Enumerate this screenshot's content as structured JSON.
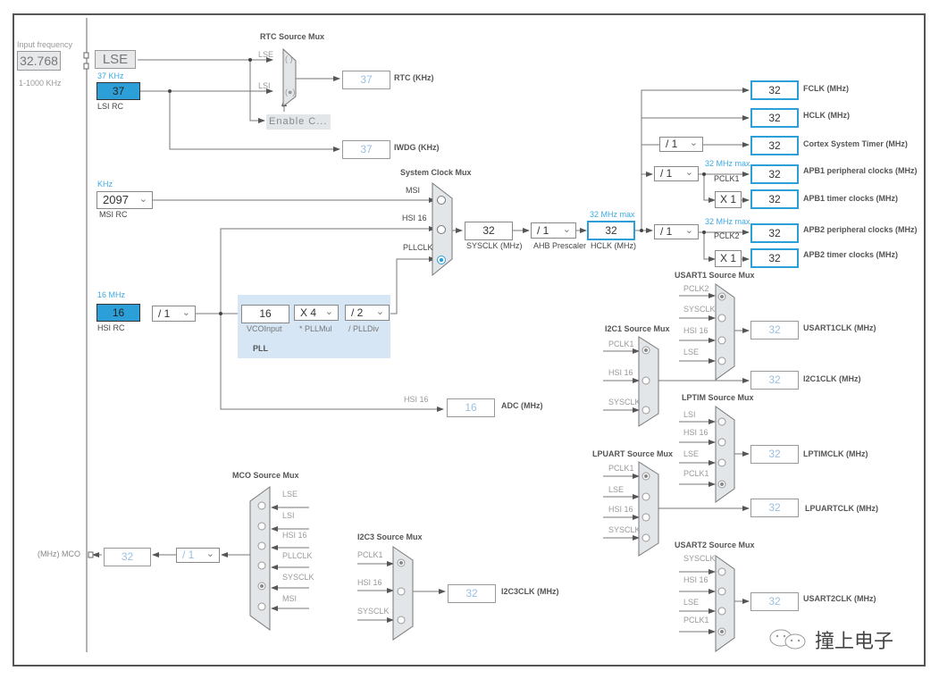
{
  "left_panel": {
    "input_frequency_label": "Input frequency",
    "input_frequency_value": "32.768",
    "input_frequency_range": "1-1000 KHz",
    "lse_label": "LSE",
    "lsi_freq_label": "37 KHz",
    "lsi_value": "37",
    "lsi_name": "LSI RC",
    "msi_unit": "KHz",
    "msi_value": "2097",
    "msi_name": "MSI RC",
    "hsi_freq_label": "16 MHz",
    "hsi_value": "16",
    "hsi_name": "HSI RC",
    "hsi_div": "/ 1"
  },
  "rtc": {
    "mux_title": "RTC Source Mux",
    "inputs": [
      "LSE",
      "LSI"
    ],
    "selected": "LSI",
    "enable_label": "Enable C...",
    "rtc_value": "37",
    "rtc_label": "RTC (KHz)",
    "iwdg_value": "37",
    "iwdg_label": "IWDG (KHz)"
  },
  "sysclk_mux": {
    "title": "System Clock Mux",
    "inputs": [
      "MSI",
      "HSI 16",
      "PLLCLK"
    ],
    "selected": "PLLCLK"
  },
  "pll": {
    "title": "PLL",
    "vco_input_value": "16",
    "vco_input_label": "VCOInput",
    "pllmul_value": "X 4",
    "pllmul_label": "* PLLMul",
    "plldiv_value": "/ 2",
    "plldiv_label": "/ PLLDiv"
  },
  "main_path": {
    "sysclk_value": "32",
    "sysclk_label": "SYSCLK (MHz)",
    "ahb_prescaler": "/ 1",
    "ahb_label": "AHB Prescaler",
    "hclk_max": "32 MHz max",
    "hclk_value": "32",
    "hclk_label": "HCLK (MHz)"
  },
  "outputs": {
    "fclk_value": "32",
    "fclk_label": "FCLK (MHz)",
    "hclk_value": "32",
    "hclk_label": "HCLK (MHz)",
    "cortex_div": "/ 1",
    "cortex_value": "32",
    "cortex_label": "Cortex System Timer (MHz)",
    "apb1_div": "/ 1",
    "apb1_max": "32 MHz max",
    "pclk1": "PCLK1",
    "apb1_periph_value": "32",
    "apb1_periph_label": "APB1 peripheral clocks (MHz)",
    "apb1_timer_mul": "X 1",
    "apb1_timer_value": "32",
    "apb1_timer_label": "APB1 timer clocks (MHz)",
    "apb2_div": "/ 1",
    "apb2_max": "32 MHz max",
    "pclk2": "PCLK2",
    "apb2_periph_value": "32",
    "apb2_periph_label": "APB2 peripheral clocks (MHz)",
    "apb2_timer_mul": "X 1",
    "apb2_timer_value": "32",
    "apb2_timer_label": "APB2 timer clocks (MHz)"
  },
  "adc": {
    "input": "HSI 16",
    "value": "16",
    "label": "ADC (MHz)"
  },
  "usart1": {
    "title": "USART1 Source Mux",
    "inputs": [
      "PCLK2",
      "SYSCLK",
      "HSI 16",
      "LSE"
    ],
    "selected": "PCLK2",
    "value": "32",
    "label": "USART1CLK (MHz)"
  },
  "i2c1": {
    "title": "I2C1 Source Mux",
    "inputs": [
      "PCLK1",
      "HSI 16",
      "SYSCLK"
    ],
    "selected": "PCLK1",
    "value": "32",
    "label": "I2C1CLK (MHz)"
  },
  "lptim": {
    "title": "LPTIM Source Mux",
    "inputs": [
      "LSI",
      "HSI 16",
      "LSE",
      "PCLK1"
    ],
    "selected": "PCLK1",
    "value": "32",
    "label": "LPTIMCLK (MHz)"
  },
  "lpuart": {
    "title": "LPUART Source Mux",
    "inputs": [
      "PCLK1",
      "LSE",
      "HSI 16",
      "SYSCLK"
    ],
    "selected": "PCLK1",
    "value": "32",
    "label": "LPUARTCLK (MHz)"
  },
  "usart2": {
    "title": "USART2 Source Mux",
    "inputs": [
      "SYSCLK",
      "HSI 16",
      "LSE",
      "PCLK1"
    ],
    "selected": "PCLK1",
    "value": "32",
    "label": "USART2CLK (MHz)"
  },
  "mco": {
    "title": "MCO Source Mux",
    "inputs": [
      "LSE",
      "LSI",
      "HSI 16",
      "PLLCLK",
      "SYSCLK",
      "MSI"
    ],
    "selected": "SYSCLK",
    "div": "/ 1",
    "value": "32",
    "label": "(MHz) MCO"
  },
  "i2c3": {
    "title": "I2C3 Source Mux",
    "inputs": [
      "PCLK1",
      "HSI 16",
      "SYSCLK"
    ],
    "selected": "PCLK1",
    "value": "32",
    "label": "I2C3CLK (MHz)"
  },
  "watermark": {
    "text": "撞上电子"
  },
  "colors": {
    "accent": "#2d9fd8",
    "mux_fill": "#e3e6e9",
    "pll_bg": "#d6e6f5"
  }
}
